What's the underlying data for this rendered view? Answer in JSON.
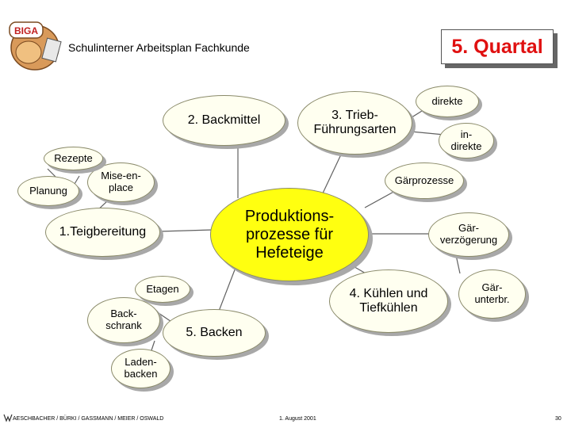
{
  "header": {
    "title": "Schulinterner Arbeitsplan Fachkunde",
    "quarter": "5. Quartal",
    "logo_text": "BIGA"
  },
  "diagram": {
    "center": "Produktions-\nprozesse für\nHefeteige",
    "backmittel": "2. Backmittel",
    "trieb": "3. Trieb-\nFührungsarten",
    "direkte": "direkte",
    "indirekte": "in-\ndirekte",
    "gaerprozesse": "Gärprozesse",
    "gaerverzoegerung": "Gär-\nverzögerung",
    "gaerunterbr": "Gär-\nunterbr.",
    "kuehlen": "4. Kühlen und\nTiefkühlen",
    "backen": "5. Backen",
    "etagen": "Etagen",
    "backschrank": "Back-\nschrank",
    "ladenbacken": "Laden-\nbacken",
    "teigbereitung": "1.Teigbereitung",
    "mise": "Mise-en-\nplace",
    "planung": "Planung",
    "rezepte": "Rezepte"
  },
  "footer": {
    "authors": "AESCHBACHER / BÜRKI / GASSMANN / MEIER / OSWALD",
    "date": "1. August 2001",
    "page": "30"
  },
  "colors": {
    "center_fill": "#ffff10",
    "node_fill": "#fffff0",
    "quarter_text": "#e01010"
  }
}
